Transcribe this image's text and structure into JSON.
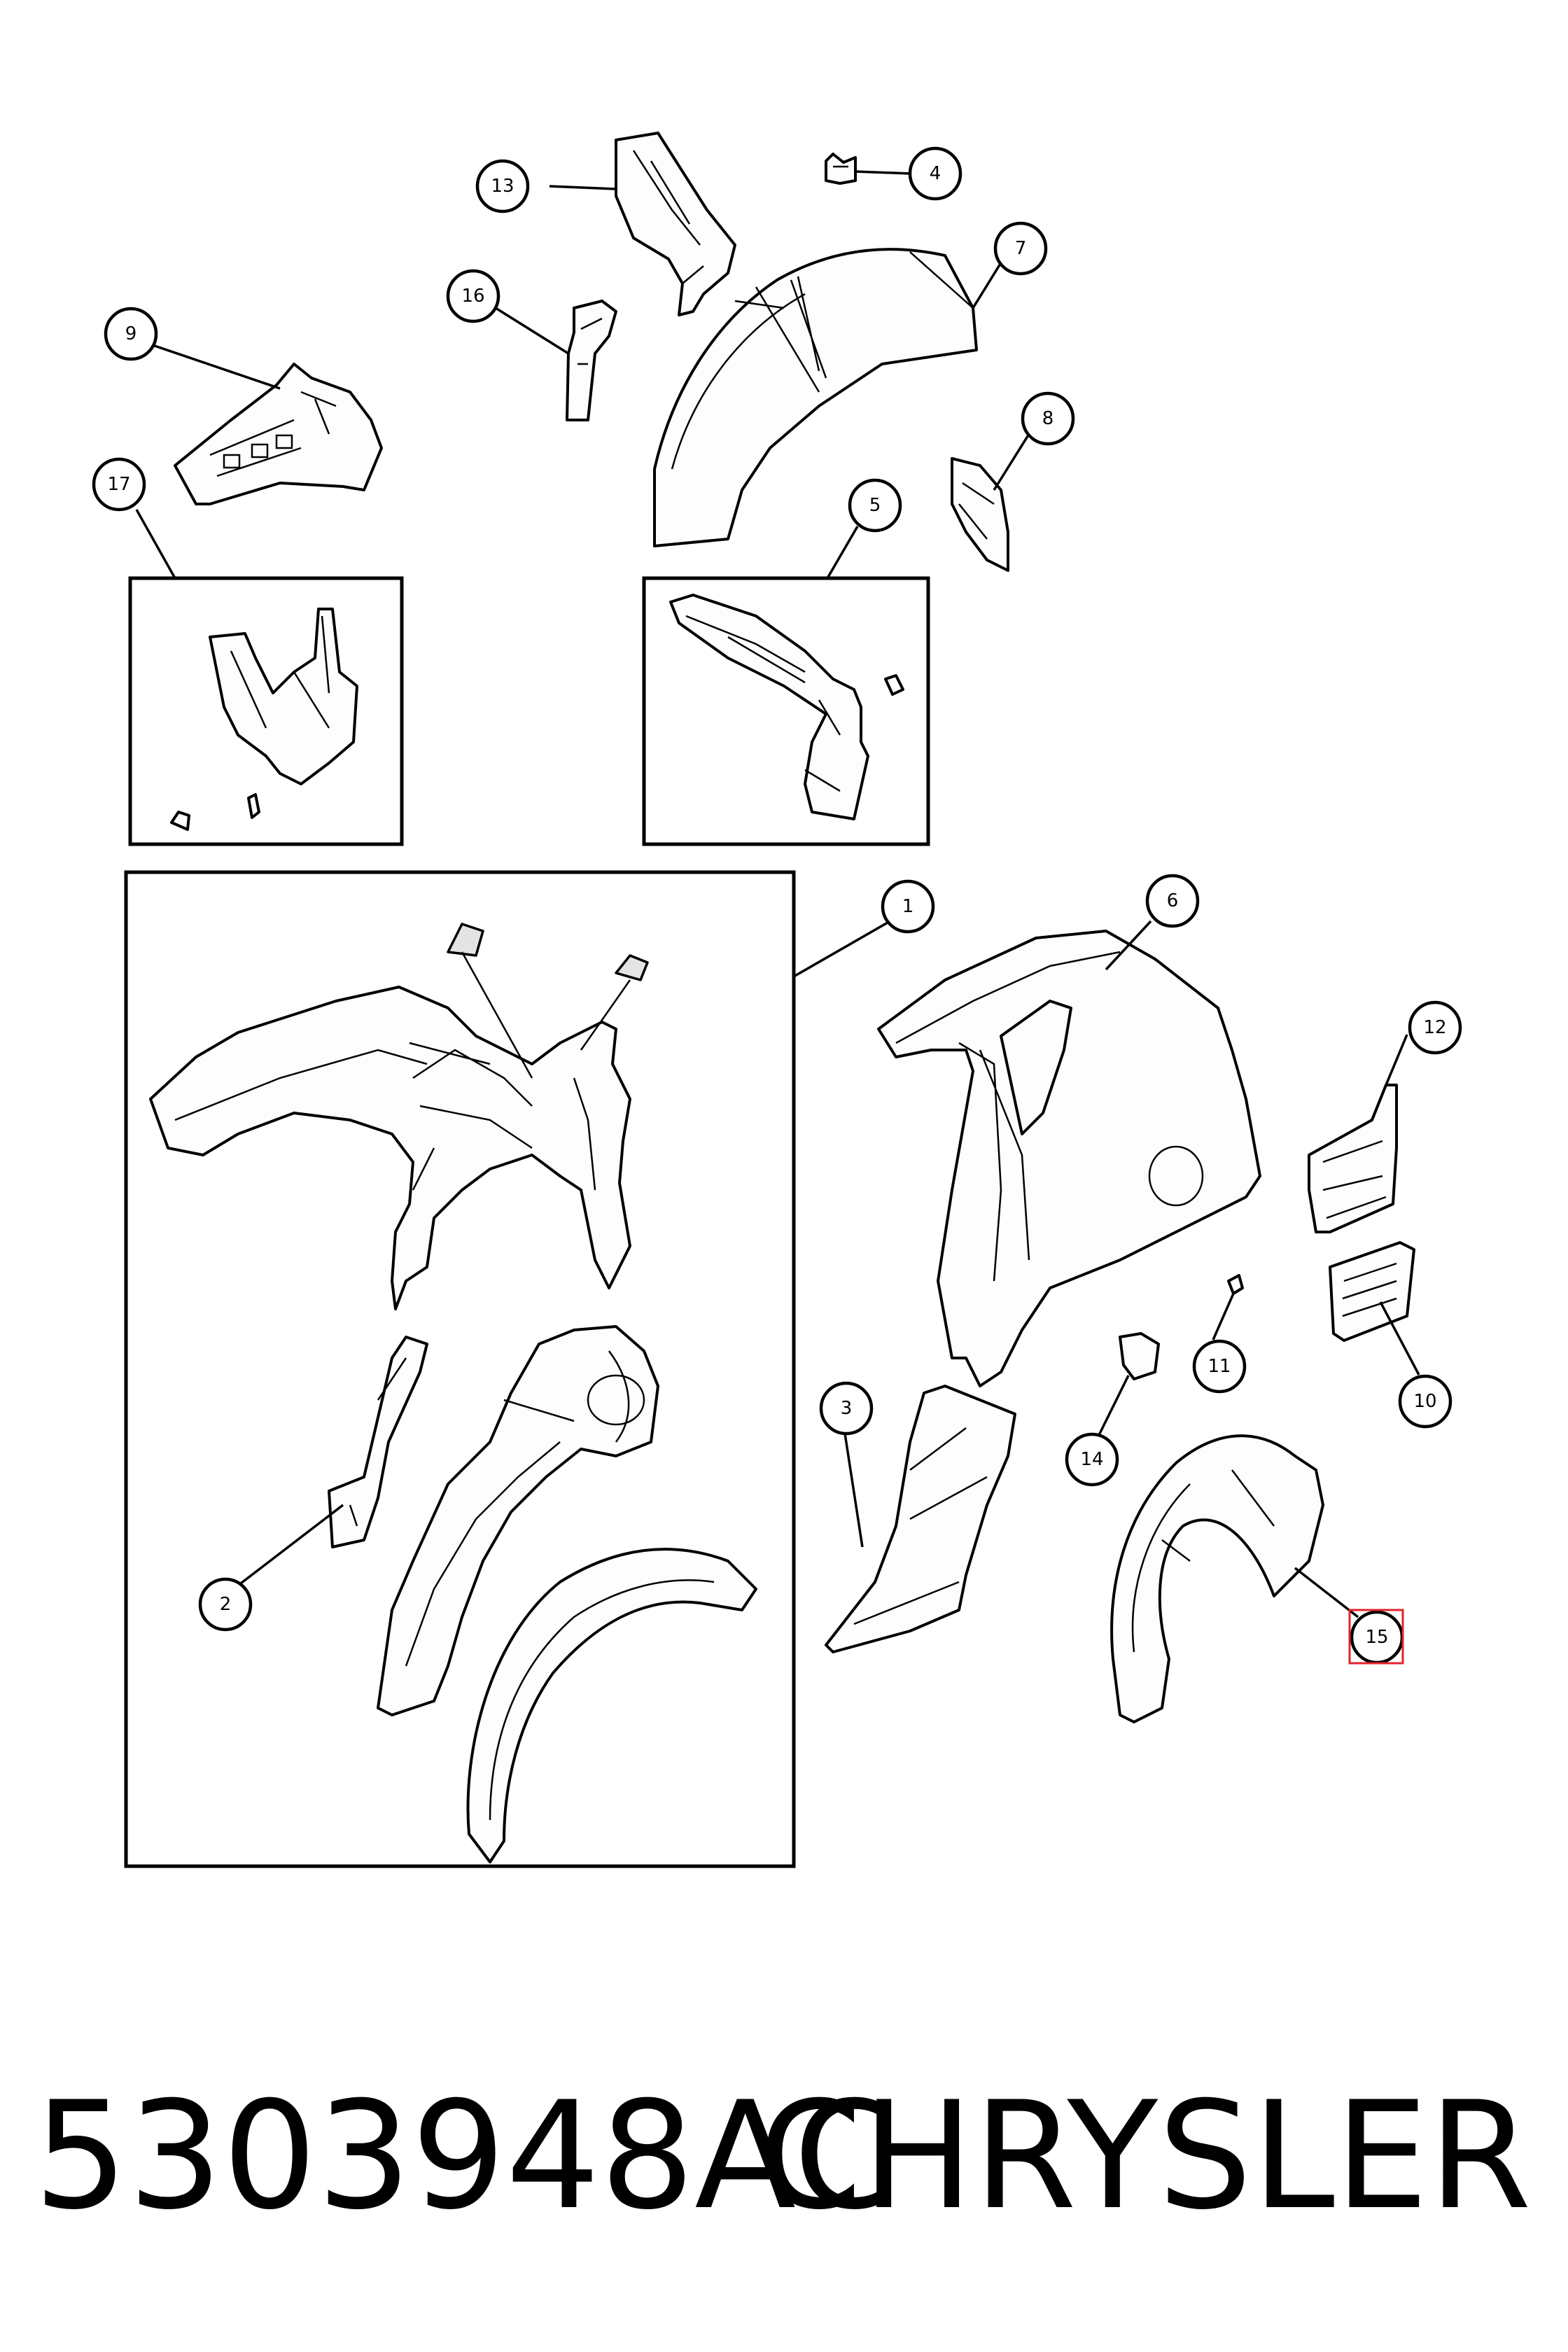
{
  "diagram": {
    "callouts": [
      {
        "id": "1",
        "label": "1"
      },
      {
        "id": "2",
        "label": "2"
      },
      {
        "id": "3",
        "label": "3"
      },
      {
        "id": "4",
        "label": "4"
      },
      {
        "id": "5",
        "label": "5"
      },
      {
        "id": "6",
        "label": "6"
      },
      {
        "id": "7",
        "label": "7"
      },
      {
        "id": "8",
        "label": "8"
      },
      {
        "id": "9",
        "label": "9"
      },
      {
        "id": "10",
        "label": "10"
      },
      {
        "id": "11",
        "label": "11"
      },
      {
        "id": "12",
        "label": "12"
      },
      {
        "id": "13",
        "label": "13"
      },
      {
        "id": "14",
        "label": "14"
      },
      {
        "id": "15",
        "label": "15",
        "highlighted": true
      },
      {
        "id": "16",
        "label": "16"
      },
      {
        "id": "17",
        "label": "17"
      }
    ],
    "highlight_color": "#e0242b"
  },
  "footer": {
    "part_number": "5303948AC",
    "make": "CHRYSLER"
  }
}
